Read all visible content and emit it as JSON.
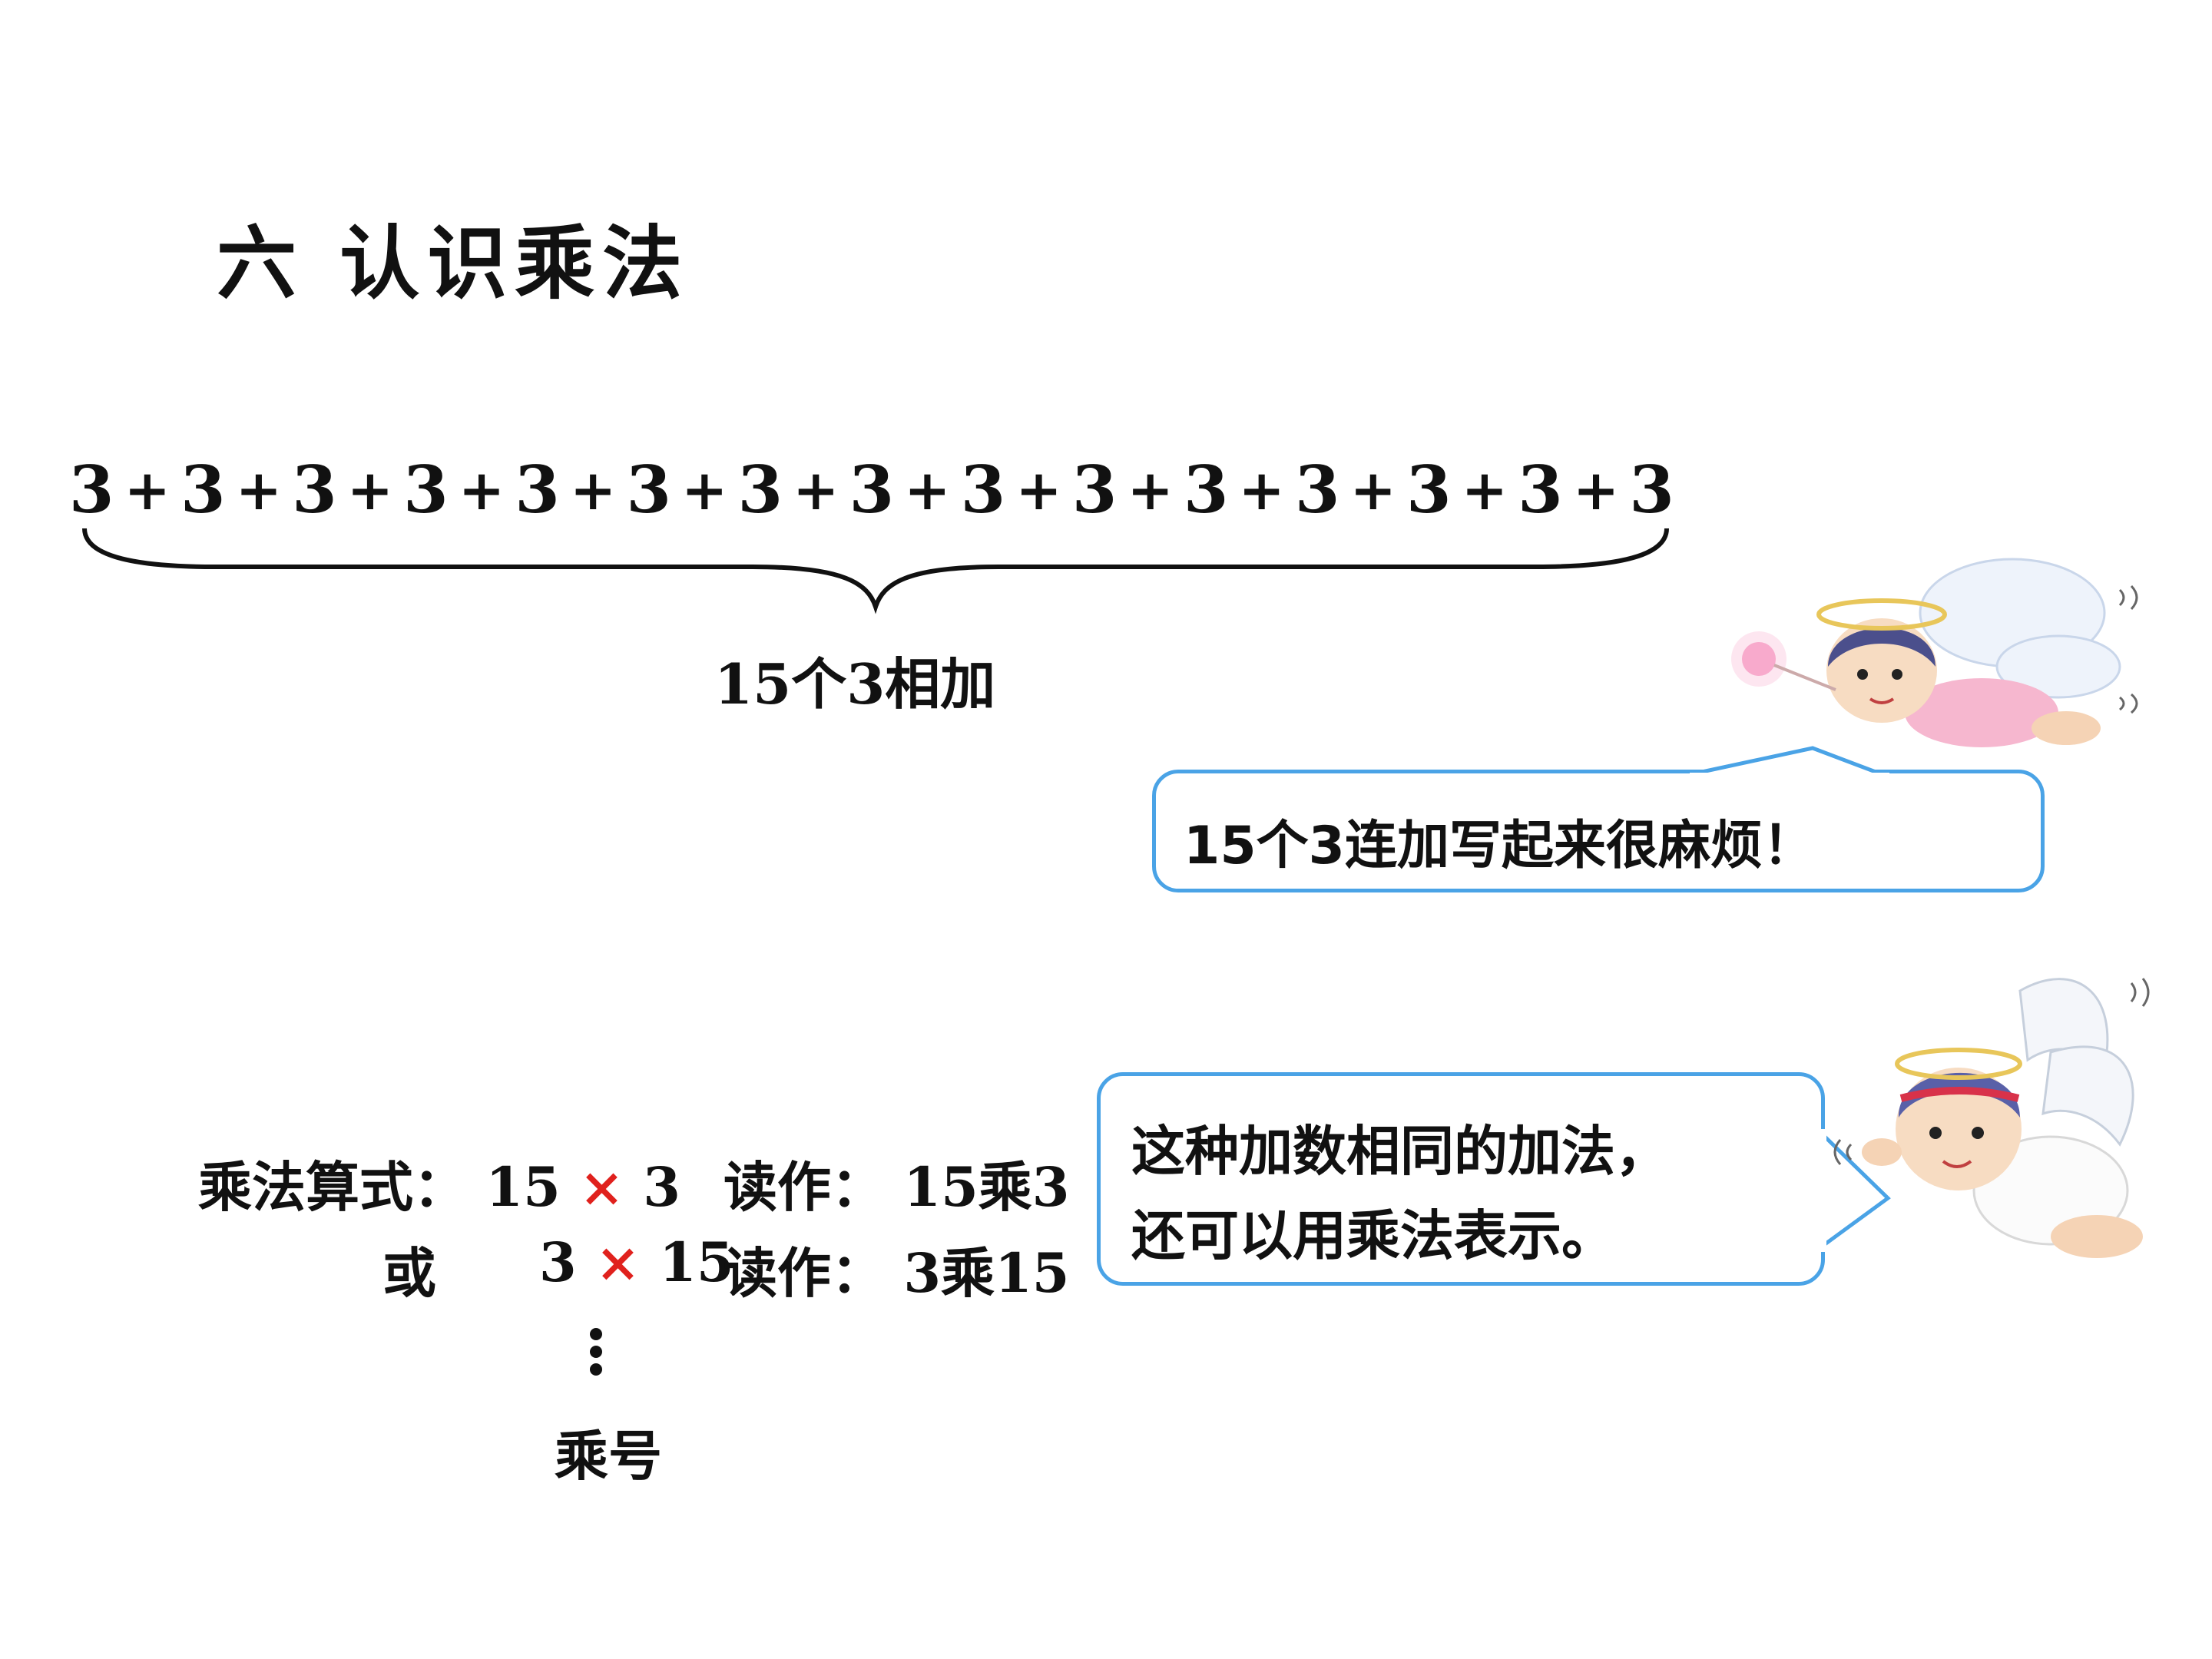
{
  "title": "六  认识乘法",
  "sum_terms": [
    "3",
    "+",
    "3",
    "+",
    "3",
    "+",
    "3",
    "+",
    "3",
    "+",
    "3",
    "+",
    "3",
    "+",
    "3",
    "+",
    "3",
    "+",
    "3",
    "+",
    "3",
    "+",
    "3",
    "+",
    "3",
    "+",
    "3",
    "+",
    "3"
  ],
  "brace_label": "15个3相加",
  "bubble_top": {
    "text": "15个3连加写起来很麻烦！"
  },
  "bubble_bottom": {
    "line1": "这种加数相同的加法，",
    "line2": "还可以用乘法表示。"
  },
  "formula1": {
    "label": "乘法算式：",
    "a": "15",
    "times": "×",
    "b": "3",
    "read_label": "读作：",
    "read_value": "15乘3"
  },
  "formula2": {
    "label": "或",
    "a": "3",
    "times": "×",
    "b": "15",
    "read_label": "读作：",
    "read_value": "3乘15"
  },
  "sign_name": "乘号",
  "colors": {
    "bubble_border": "#4aa3e6",
    "times_sign": "#e0211d"
  }
}
